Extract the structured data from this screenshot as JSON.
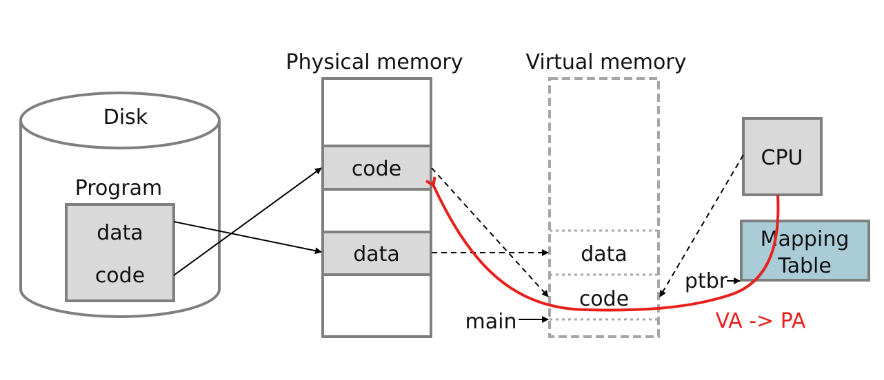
{
  "diagram": {
    "disk": {
      "title": "Disk",
      "program_label": "Program",
      "program_items": [
        "data",
        "code"
      ]
    },
    "physical_memory": {
      "title": "Physical memory",
      "segments": [
        "code",
        "data"
      ]
    },
    "virtual_memory": {
      "title": "Virtual memory",
      "segments": [
        "data",
        "code"
      ],
      "pointer_label": "main"
    },
    "cpu": {
      "label": "CPU"
    },
    "mapping_table": {
      "line1": "Mapping",
      "line2": "Table",
      "pointer_label": "ptbr"
    },
    "translation_label": "VA -> PA",
    "colors": {
      "box_fill": "#d9d9d9",
      "border": "#7f7f7f",
      "mapping_fill": "#a9ccd7",
      "translation": "#e8201c",
      "virtual_border": "#a6a6a6"
    }
  }
}
